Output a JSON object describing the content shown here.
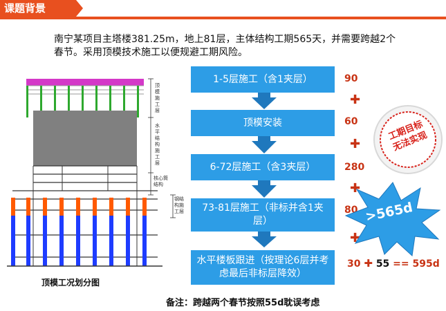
{
  "header": {
    "title": "课题背景"
  },
  "intro": {
    "line1": "南宁某项目主塔楼381.25m，地上81层，主体结构工期565天，并需要跨越2个",
    "line2": "春节。采用顶模技术施工以便规避工期风险。"
  },
  "diagram": {
    "caption": "顶模工况划分图",
    "labels": {
      "top": "顶模施工层",
      "middle": "水平结构施工层",
      "lower_mid": "核心筒结构",
      "lower": "钢结构施工层"
    }
  },
  "flow": {
    "steps": [
      {
        "label": "1-5层施工（含1夹层）",
        "value": "90"
      },
      {
        "label": "顶模安装",
        "value": "60"
      },
      {
        "label": "6-72层施工（含3夹层）",
        "value": "280"
      },
      {
        "label": "73-81层施工（非标并含1夹层）",
        "value": "80"
      },
      {
        "label": "水平楼板跟进（按理论6层并考虑最后非标层降效）",
        "value": "30"
      }
    ],
    "eq": {
      "plus": "✚",
      "b": "55",
      "eq": "==",
      "result": "595d"
    },
    "plus_sign": "✚"
  },
  "stamp": {
    "line1": "工期目标",
    "line2": "无法实现"
  },
  "burst": {
    "text": ">565d"
  },
  "note": "备注：跨越两个春节按照55d耽误考虑",
  "colors": {
    "accent": "#e8501f",
    "box": "#2d9de6",
    "red": "#c83314",
    "burst": "#2d9de6"
  }
}
